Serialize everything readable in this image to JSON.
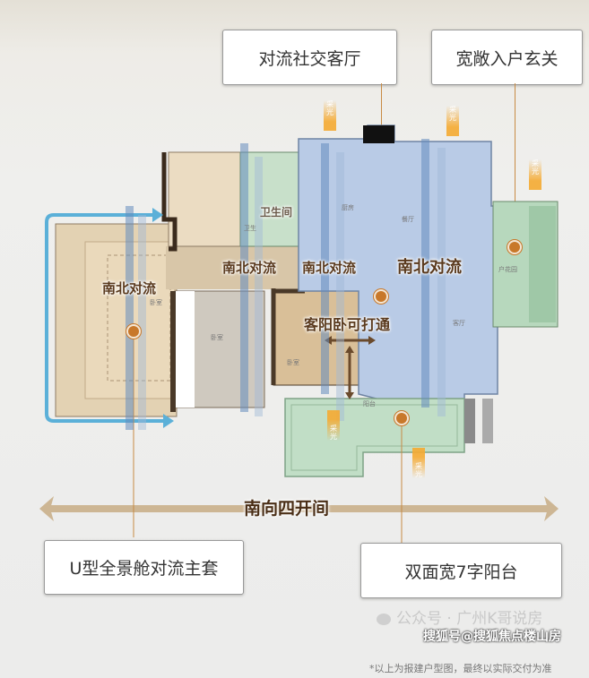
{
  "callouts": {
    "living_room": "对流社交客厅",
    "entrance": "宽敞入户玄关",
    "master_suite": "U型全景舱对流主套",
    "balcony": "双面宽7字阳台"
  },
  "plan_labels": {
    "ns_flow_1": "南北对流",
    "ns_flow_2": "南北对流",
    "ns_flow_3": "南北对流",
    "ns_flow_4": "南北对流",
    "bathroom": "卫生间",
    "open_up": "客阳卧可打通",
    "south_four": "南向四开间"
  },
  "room_names": {
    "bedroom_master": "卧室",
    "bedroom_mid": "卧室",
    "bedroom_small": "卧室",
    "kitchen": "厨房",
    "dining": "餐厅",
    "living": "客厅",
    "garden": "户花园",
    "balcony": "阳台",
    "bath_small": "卫生"
  },
  "sunlight_label": "采光",
  "footer": {
    "watermark": "公众号 · 广州K哥说房",
    "disclaimer": "*以上为报建户型图，最终以实际交付为准",
    "overlay": "搜狐号@搜狐焦点楼山房"
  },
  "colors": {
    "bedroom": "#e8d8bc",
    "public": "#b9cbe6",
    "wet": "#c5dfc9",
    "accent": "#c8782a",
    "title_text": "#5a3a1e"
  }
}
